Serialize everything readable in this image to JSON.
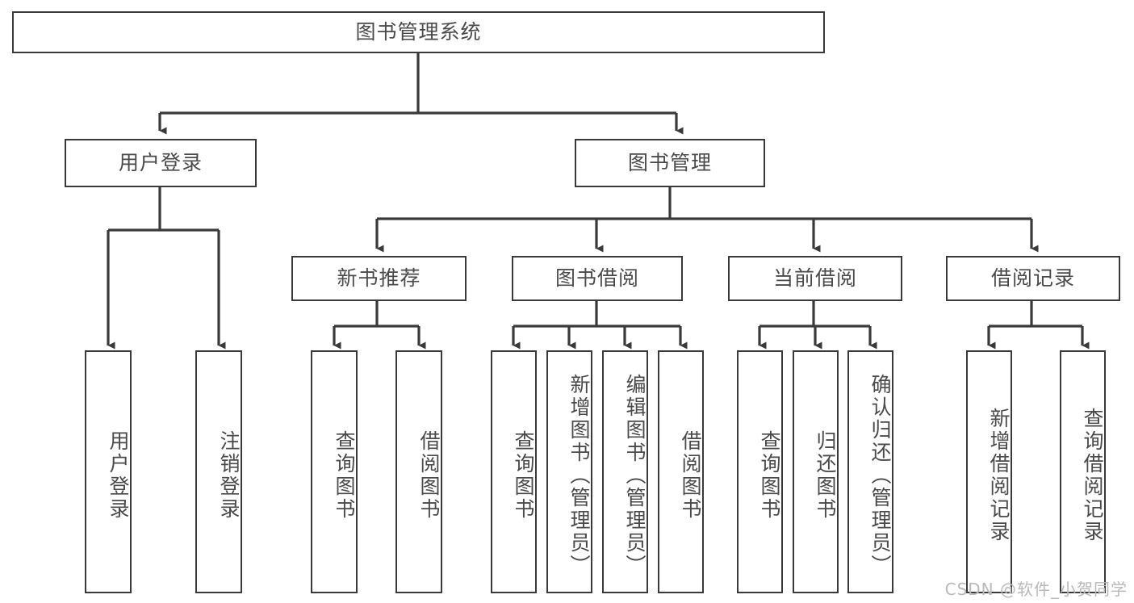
{
  "diagram": {
    "title": "图书管理系统",
    "type": "tree",
    "root": {
      "label": "图书管理系统"
    },
    "level2": [
      {
        "id": "user-login",
        "label": "用户登录"
      },
      {
        "id": "book-manage",
        "label": "图书管理"
      }
    ],
    "level3": [
      {
        "id": "new-book-recommend",
        "label": "新书推荐"
      },
      {
        "id": "book-borrow",
        "label": "图书借阅"
      },
      {
        "id": "current-borrow",
        "label": "当前借阅"
      },
      {
        "id": "borrow-record",
        "label": "借阅记录"
      }
    ],
    "leaves": {
      "user_login": [
        {
          "id": "leaf-user-login",
          "label": "用户登录"
        },
        {
          "id": "leaf-logout-login",
          "label": "注销登录"
        }
      ],
      "new_book_recommend": [
        {
          "id": "leaf-query-book-1",
          "label": "查询图书"
        },
        {
          "id": "leaf-borrow-book-1",
          "label": "借阅图书"
        }
      ],
      "book_borrow": [
        {
          "id": "leaf-query-book-2",
          "label": "查询图书"
        },
        {
          "id": "leaf-add-book",
          "label": "新增图书（管理员）"
        },
        {
          "id": "leaf-edit-book",
          "label": "编辑图书（管理员）"
        },
        {
          "id": "leaf-borrow-book-2",
          "label": "借阅图书"
        }
      ],
      "current_borrow": [
        {
          "id": "leaf-query-book-3",
          "label": "查询图书"
        },
        {
          "id": "leaf-return-book",
          "label": "归还图书"
        },
        {
          "id": "leaf-confirm-return",
          "label": "确认归还（管理员）"
        }
      ],
      "borrow_record": [
        {
          "id": "leaf-add-record",
          "label": "新增借阅记录"
        },
        {
          "id": "leaf-query-record",
          "label": "查询借阅记录"
        }
      ]
    }
  },
  "watermark": {
    "text": "CSDN @软件_小贺同学"
  },
  "colors": {
    "border": "#3a3a3a",
    "text": "#4a4a4a",
    "background": "#ffffff",
    "watermark": "#b9b9b9"
  }
}
